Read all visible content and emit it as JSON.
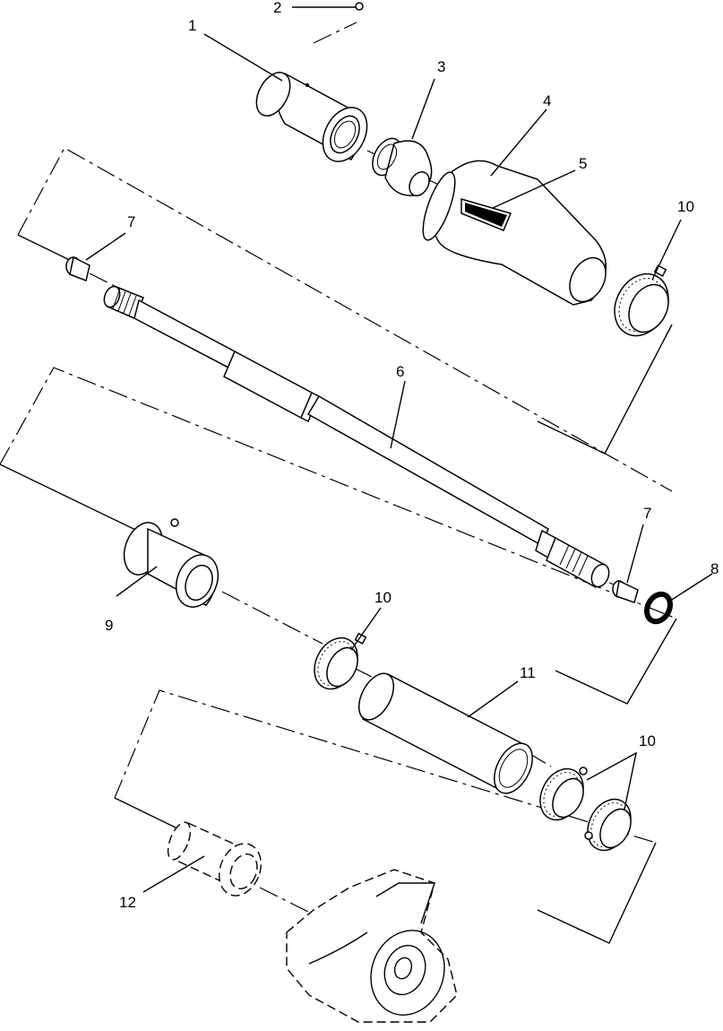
{
  "callouts": [
    {
      "id": "1",
      "label": "1"
    },
    {
      "id": "2",
      "label": "2"
    },
    {
      "id": "3",
      "label": "3"
    },
    {
      "id": "4",
      "label": "4"
    },
    {
      "id": "5",
      "label": "5"
    },
    {
      "id": "6",
      "label": "6"
    },
    {
      "id": "7a",
      "label": "7"
    },
    {
      "id": "7b",
      "label": "7"
    },
    {
      "id": "8",
      "label": "8"
    },
    {
      "id": "9",
      "label": "9"
    },
    {
      "id": "10a",
      "label": "10"
    },
    {
      "id": "10b",
      "label": "10"
    },
    {
      "id": "10c",
      "label": "10"
    },
    {
      "id": "11",
      "label": "11"
    },
    {
      "id": "12",
      "label": "12"
    }
  ]
}
